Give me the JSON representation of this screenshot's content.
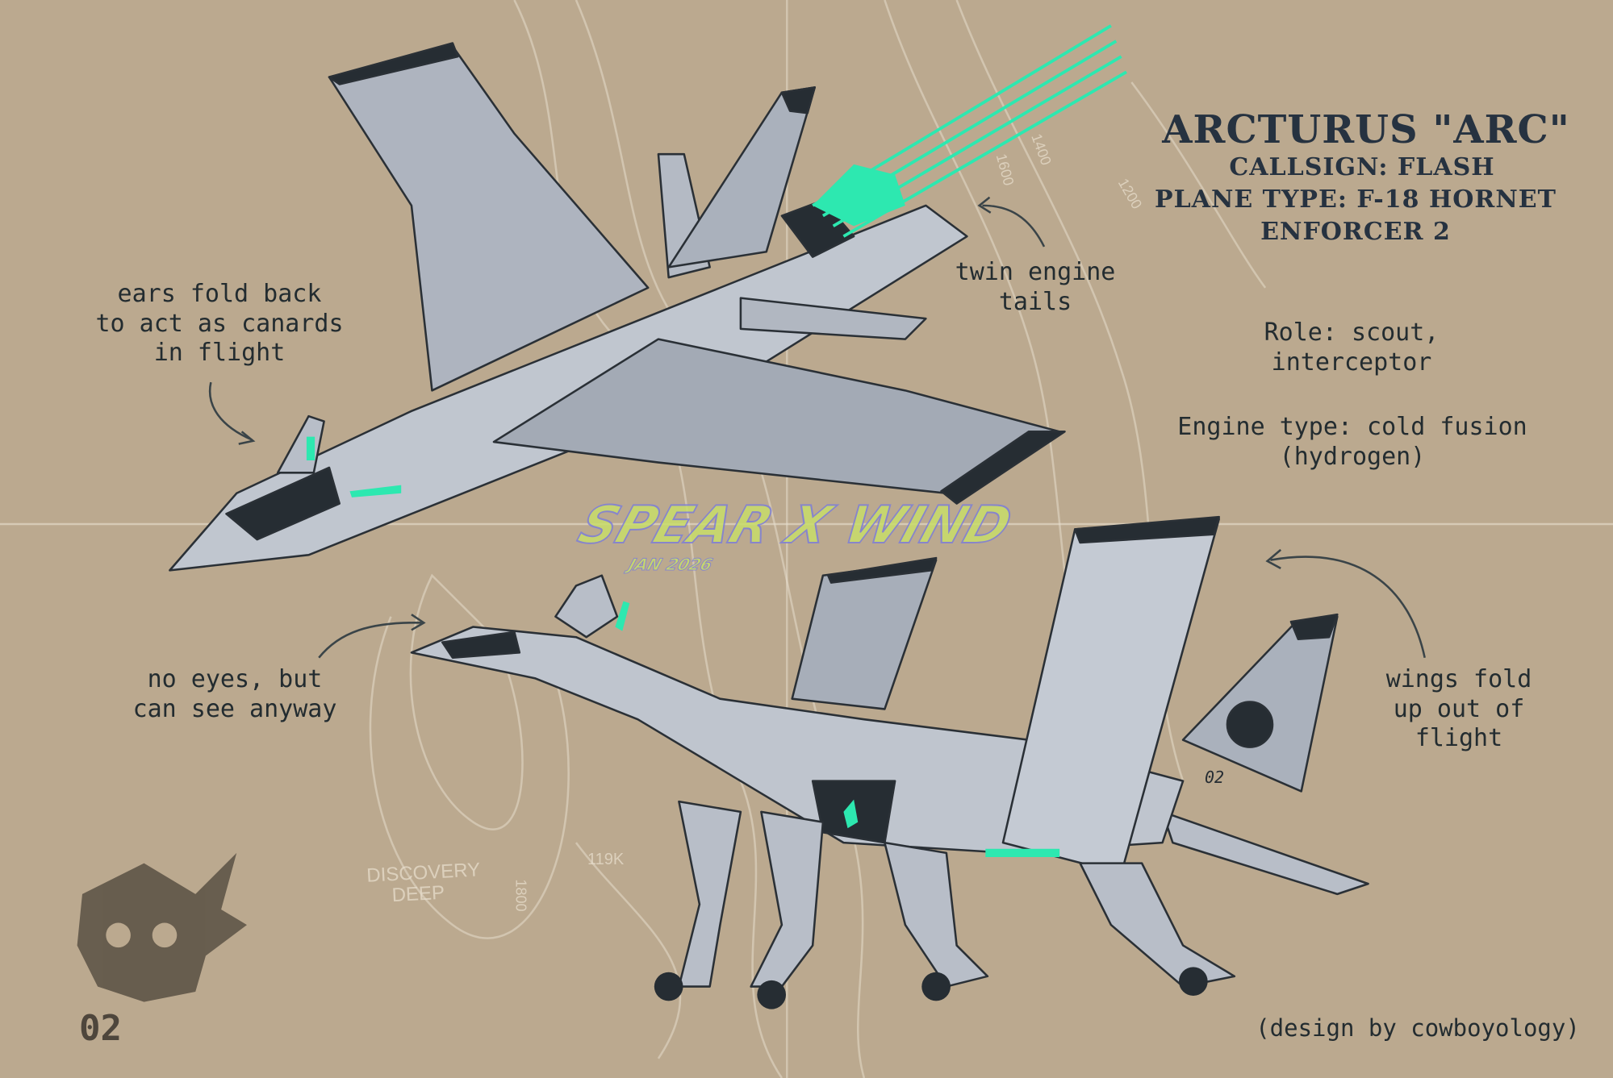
{
  "header": {
    "title": "ARCTURUS \"ARC\"",
    "callsign": "CALLSIGN: FLASH",
    "plane_type": "PLANE TYPE: F-18 HORNET",
    "unit": "ENFORCER 2"
  },
  "stats": {
    "role_lines": [
      "Role: scout,",
      "interceptor"
    ],
    "engine_lines": [
      "Engine type: cold fusion",
      "(hydrogen)"
    ]
  },
  "annotations": {
    "ears": [
      "ears fold back",
      "to act as canards",
      "in flight"
    ],
    "tails": [
      "twin engine",
      "tails"
    ],
    "eyes": [
      "no eyes, but",
      "can see anyway"
    ],
    "wings": [
      "wings fold",
      "up out of",
      "flight"
    ]
  },
  "logo": {
    "text": "SPEAR X WIND",
    "date": "JAN 2026"
  },
  "emblem": {
    "number": "02",
    "tail_number": "02"
  },
  "credit": "(design by cowboyology)",
  "map_labels": [
    "DISCOVERY",
    "DEEP",
    "119K",
    "1400",
    "1600",
    "1200",
    "1800"
  ],
  "colors": {
    "paper": "#bba98f",
    "ink": "#26323a",
    "metal": "#b8bec8",
    "accent": "#2de8b0"
  }
}
